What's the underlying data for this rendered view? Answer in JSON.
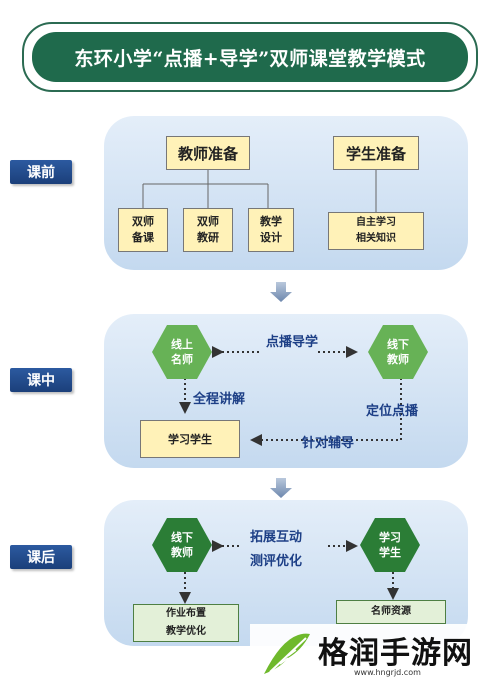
{
  "title": "东环小学“点播+导学”双师课堂教学模式",
  "stages": {
    "pre": {
      "tag": "课前",
      "teacher_prep": "教师准备",
      "student_prep": "学生准备",
      "teacher_items": [
        "双师\n备课",
        "双师\n教研",
        "教学\n设计"
      ],
      "student_item": "自主学习\n相关知识"
    },
    "in": {
      "tag": "课中",
      "online_teacher": "线上\n名师",
      "offline_teacher": "线下\n教师",
      "point_guide": "点播导学",
      "full_lecture": "全程讲解",
      "positioning": "定位点播",
      "targeted_tutoring": "针对辅导",
      "student_box": "学习学生"
    },
    "post": {
      "tag": "课后",
      "offline_teacher": "线下\n教师",
      "student": "学习\n学生",
      "interaction_1": "拓展互动",
      "interaction_2": "测评优化",
      "homework": "作业布置\n教学优化",
      "resource": "名师资源"
    }
  },
  "watermark": {
    "name": "格润手游网",
    "url": "www.hngrjd.com"
  },
  "colors": {
    "title_bg": "#1f6a4c",
    "panel": "#c4d9ef",
    "tag": "#2c5aa0",
    "hex_light": "#67b256",
    "hex_dark": "#2b7d36",
    "label_text": "#1d3f86"
  }
}
